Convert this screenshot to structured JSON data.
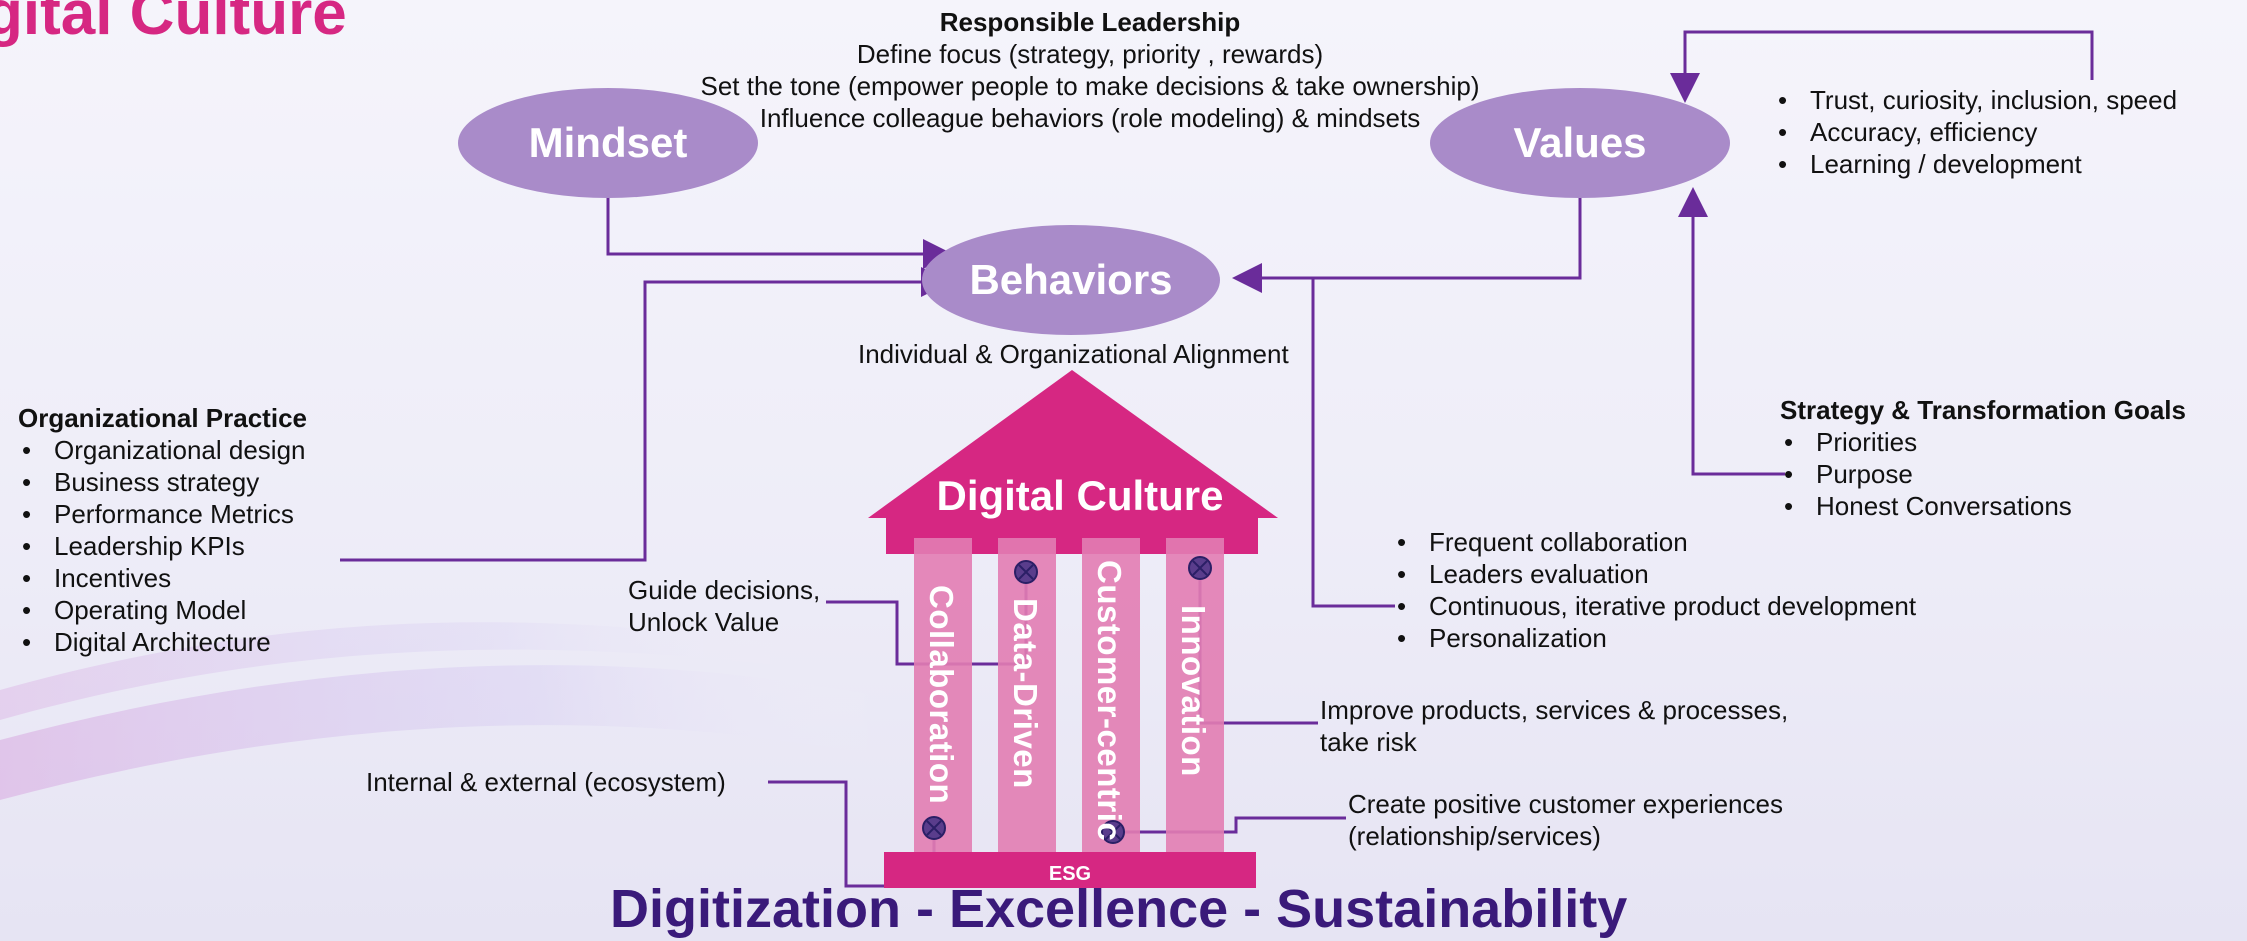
{
  "page_title": "gital Culture",
  "ellipses": {
    "mindset": "Mindset",
    "values": "Values",
    "behaviors": "Behaviors"
  },
  "leadership": {
    "heading": "Responsible Leadership",
    "lines": [
      "Define focus (strategy, priority , rewards)",
      "Set the tone (empower people to make decisions & take ownership)",
      "Influence colleague behaviors (role modeling) & mindsets"
    ]
  },
  "values_list": [
    "Trust, curiosity, inclusion, speed",
    "Accuracy, efficiency",
    "Learning / development"
  ],
  "alignment_label": "Individual & Organizational Alignment",
  "org_practice": {
    "heading": "Organizational Practice",
    "items": [
      "Organizational design",
      "Business strategy",
      "Performance Metrics",
      "Leadership KPIs",
      "Incentives",
      "Operating Model",
      "Digital Architecture"
    ]
  },
  "strategy_goals": {
    "heading": "Strategy & Transformation Goals",
    "items": [
      "Priorities",
      "Purpose",
      "Honest Conversations"
    ]
  },
  "behaviors_list": [
    "Frequent collaboration",
    "Leaders evaluation",
    "Continuous, iterative product development",
    "Personalization"
  ],
  "house": {
    "title": "Digital Culture",
    "pillars": [
      "Collaboration",
      "Data-Driven",
      "Customer-centric",
      "Innovation"
    ],
    "base": "ESG"
  },
  "annotations": {
    "guide_line1": "Guide decisions,",
    "guide_line2": "Unlock Value",
    "internal": "Internal & external (ecosystem)",
    "improve_line1": "Improve products, services & processes,",
    "improve_line2": "take risk",
    "create_line1": "Create positive customer experiences",
    "create_line2": "(relationship/services)"
  },
  "bottom_title": "Digitization - Excellence - Sustainability",
  "colors": {
    "magenta": "#d62782",
    "ellipse": "#a98bc9",
    "arrow": "#6a2c9a",
    "navy_title": "#3a1a7a"
  }
}
